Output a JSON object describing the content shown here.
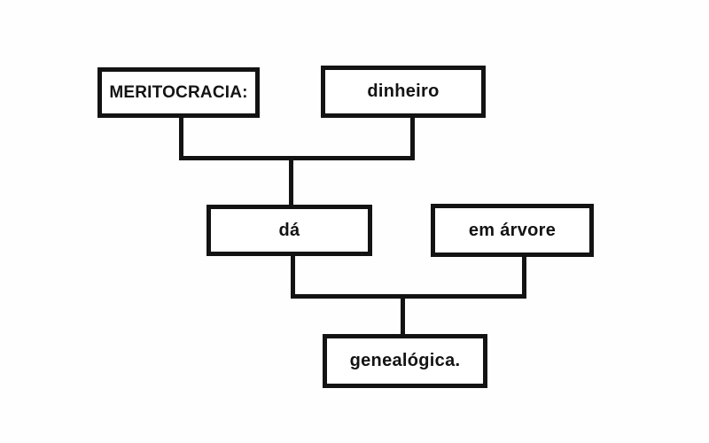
{
  "colors": {
    "background": "#fefefe",
    "ink": "#131313",
    "box_fill": "#ffffff"
  },
  "diagram": {
    "type": "tree-chart",
    "nodes": {
      "meritocracia": {
        "label": "MERITOCRACIA:"
      },
      "dinheiro": {
        "label": "dinheiro"
      },
      "da": {
        "label": "dá"
      },
      "em_arvore": {
        "label": "em árvore"
      },
      "genealogica": {
        "label": "genealógica."
      }
    },
    "edges": [
      {
        "from": [
          "meritocracia",
          "dinheiro"
        ],
        "to": "da"
      },
      {
        "from": [
          "da",
          "em_arvore"
        ],
        "to": "genealogica"
      }
    ],
    "reading": "MERITOCRACIA: dinheiro dá em árvore genealógica."
  }
}
